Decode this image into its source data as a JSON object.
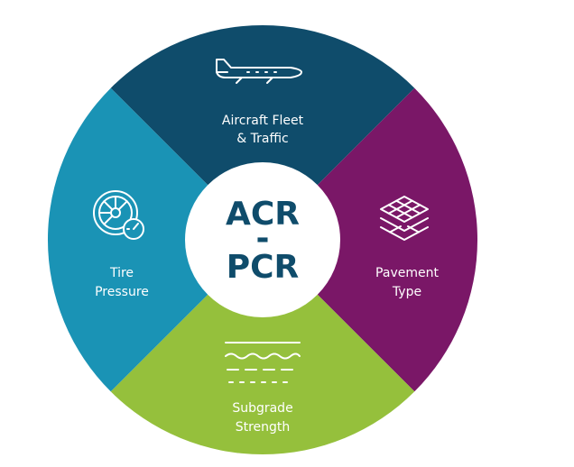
{
  "center": {
    "line1": "ACR",
    "line2": "-",
    "line3": "PCR"
  },
  "segments": {
    "top": {
      "line1": "Aircraft Fleet",
      "line2": "& Traffic",
      "icon": "airplane-icon",
      "color": "#0f4c6b"
    },
    "right": {
      "line1": "Pavement",
      "line2": "Type",
      "icon": "pavement-layers-icon",
      "color": "#7a1767"
    },
    "bottom": {
      "line1": "Subgrade",
      "line2": "Strength",
      "icon": "soil-layers-icon",
      "color": "#95c03c"
    },
    "left": {
      "line1": "Tire",
      "line2": "Pressure",
      "icon": "tire-gauge-icon",
      "color": "#1a93b5"
    }
  }
}
